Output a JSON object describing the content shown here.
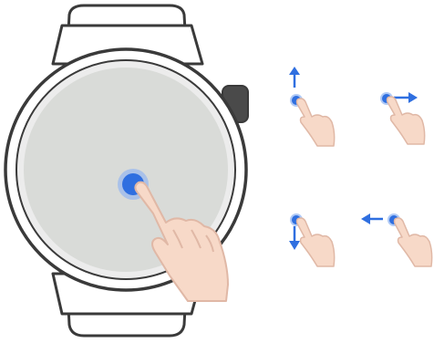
{
  "illustration": {
    "subject": "smartwatch-touch-gestures",
    "gestures": [
      "tap",
      "swipe-up",
      "swipe-right",
      "swipe-down",
      "swipe-left"
    ]
  },
  "colors": {
    "outline": "#3a3a3a",
    "watch_body": "#ffffff",
    "bezel": "#ececec",
    "screen": "#d9dbd8",
    "touch_blue": "#2f6fe0",
    "touch_glow": "#8fb3f2",
    "arrow_blue": "#2f6fe0",
    "skin": "#f7d9c8",
    "skin_line": "#e0b8a6"
  }
}
